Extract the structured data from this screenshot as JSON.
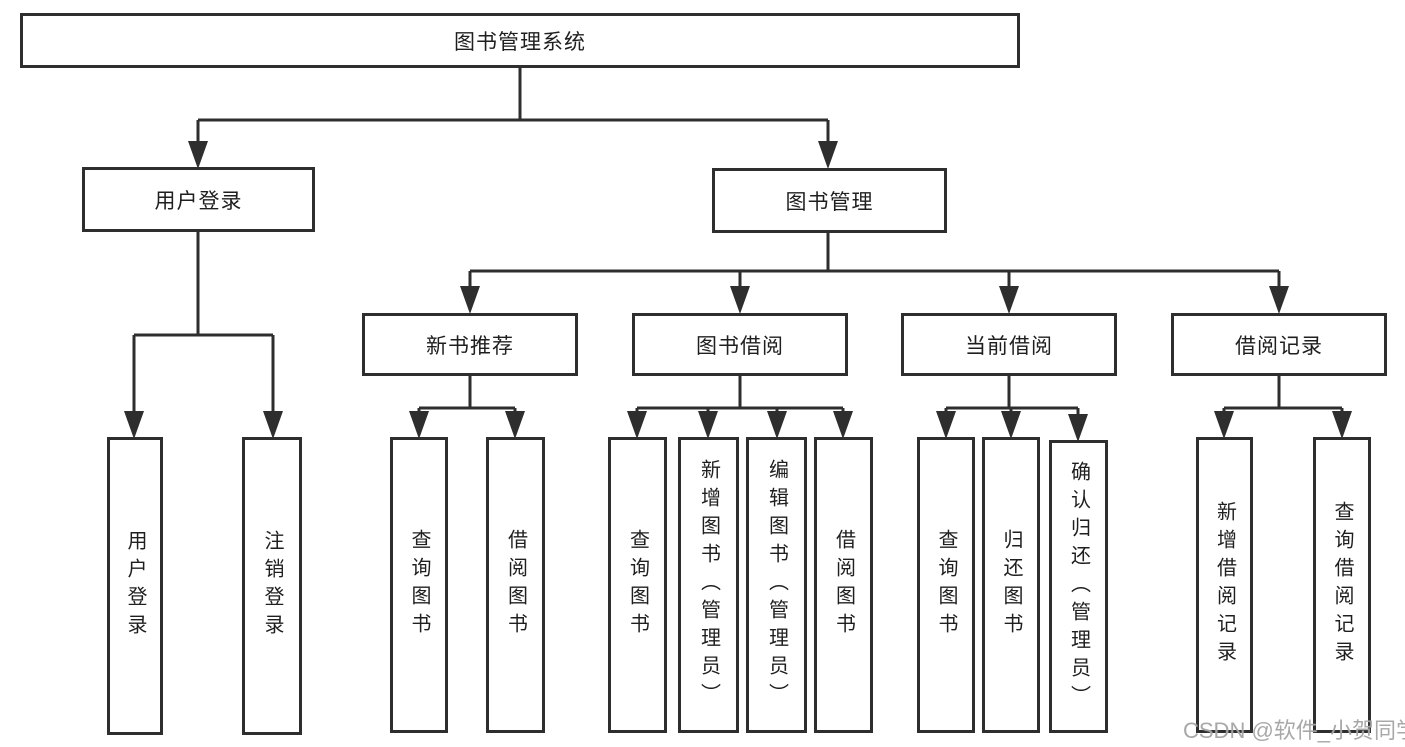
{
  "diagram": {
    "type": "hierarchy-tree",
    "root": {
      "label": "图书管理系统"
    },
    "level2": {
      "user_login": {
        "label": "用户登录"
      },
      "book_mgmt": {
        "label": "图书管理"
      }
    },
    "level3": {
      "new_books": {
        "label": "新书推荐"
      },
      "book_borrow": {
        "label": "图书借阅"
      },
      "current_borrow": {
        "label": "当前借阅"
      },
      "borrow_records": {
        "label": "借阅记录"
      }
    },
    "leaves": {
      "user_login": [
        "用户登录",
        "注销登录"
      ],
      "new_books": [
        "查询图书",
        "借阅图书"
      ],
      "book_borrow": [
        "查询图书",
        "新增图书（管理员）",
        "编辑图书（管理员）",
        "借阅图书"
      ],
      "current_borrow": [
        "查询图书",
        "归还图书",
        "确认归还（管理员）"
      ],
      "borrow_records": [
        "新增借阅记录",
        "查询借阅记录"
      ]
    },
    "colors": {
      "line": "#2e2e2e",
      "box_border": "#2e2e2e",
      "box_background": "#ffffff",
      "text": "#1f1f1f",
      "watermark": "#9e9e9e"
    }
  },
  "watermark": {
    "text": "CSDN @软件_小贺同学"
  }
}
